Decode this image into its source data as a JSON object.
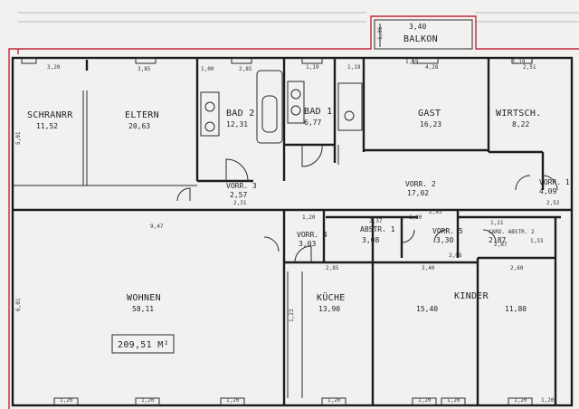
{
  "plan": {
    "total_area": "209,51 M²",
    "rooms": [
      {
        "key": "balkon",
        "name": "BALKON",
        "area": "3,40",
        "dim": "1,35"
      },
      {
        "key": "schranrr",
        "name": "SCHRANRR",
        "area": "11,52"
      },
      {
        "key": "eltern",
        "name": "ELTERN",
        "area": "20,63"
      },
      {
        "key": "bad2",
        "name": "BAD 2",
        "area": "12,31"
      },
      {
        "key": "bad1",
        "name": "BAD 1",
        "area": "6,77"
      },
      {
        "key": "gast",
        "name": "GAST",
        "area": "16,23"
      },
      {
        "key": "wirtsch",
        "name": "WIRTSCH.",
        "area": "8,22"
      },
      {
        "key": "vorr3",
        "name": "VORR. 3",
        "area": "2,57"
      },
      {
        "key": "vorr2",
        "name": "VORR. 2",
        "area": "17,02"
      },
      {
        "key": "vorr1",
        "name": "VORR. 1",
        "area": "4,09"
      },
      {
        "key": "vorr4",
        "name": "VORR. 4",
        "area": "3,03"
      },
      {
        "key": "abstr1",
        "name": "ABSTR. 1",
        "area": "3,08"
      },
      {
        "key": "vorr5",
        "name": "VORR. 5",
        "area": "3,30"
      },
      {
        "key": "abstr2",
        "name": "CARD. ABSTR. 2",
        "area": "2,87"
      },
      {
        "key": "wohnen",
        "name": "WOHNEN",
        "area": "58,11"
      },
      {
        "key": "kueche",
        "name": "KÜCHE",
        "area": "13,90"
      },
      {
        "key": "kinder",
        "name": "KINDER",
        "area": "15,40"
      },
      {
        "key": "kinder2",
        "name": "",
        "area": "11,80"
      }
    ],
    "dimensions": [
      "3,20",
      "3,85",
      "2,85",
      "1,00",
      "2,31",
      "1,19",
      "1,19",
      "1,19",
      "4,28",
      "1,19",
      "2,51",
      "1,20",
      "5,01",
      "9,47",
      "2,85",
      "1,20",
      "2,37",
      "2,95",
      "1,21",
      "1,33",
      "2,87",
      "2,60",
      "2,52",
      "3,40",
      "3,06",
      "6,01",
      "1,23",
      "1,20",
      "1,20",
      "1,20",
      "1,20",
      "1,20",
      "1,20",
      "1,20",
      "1,20"
    ]
  }
}
